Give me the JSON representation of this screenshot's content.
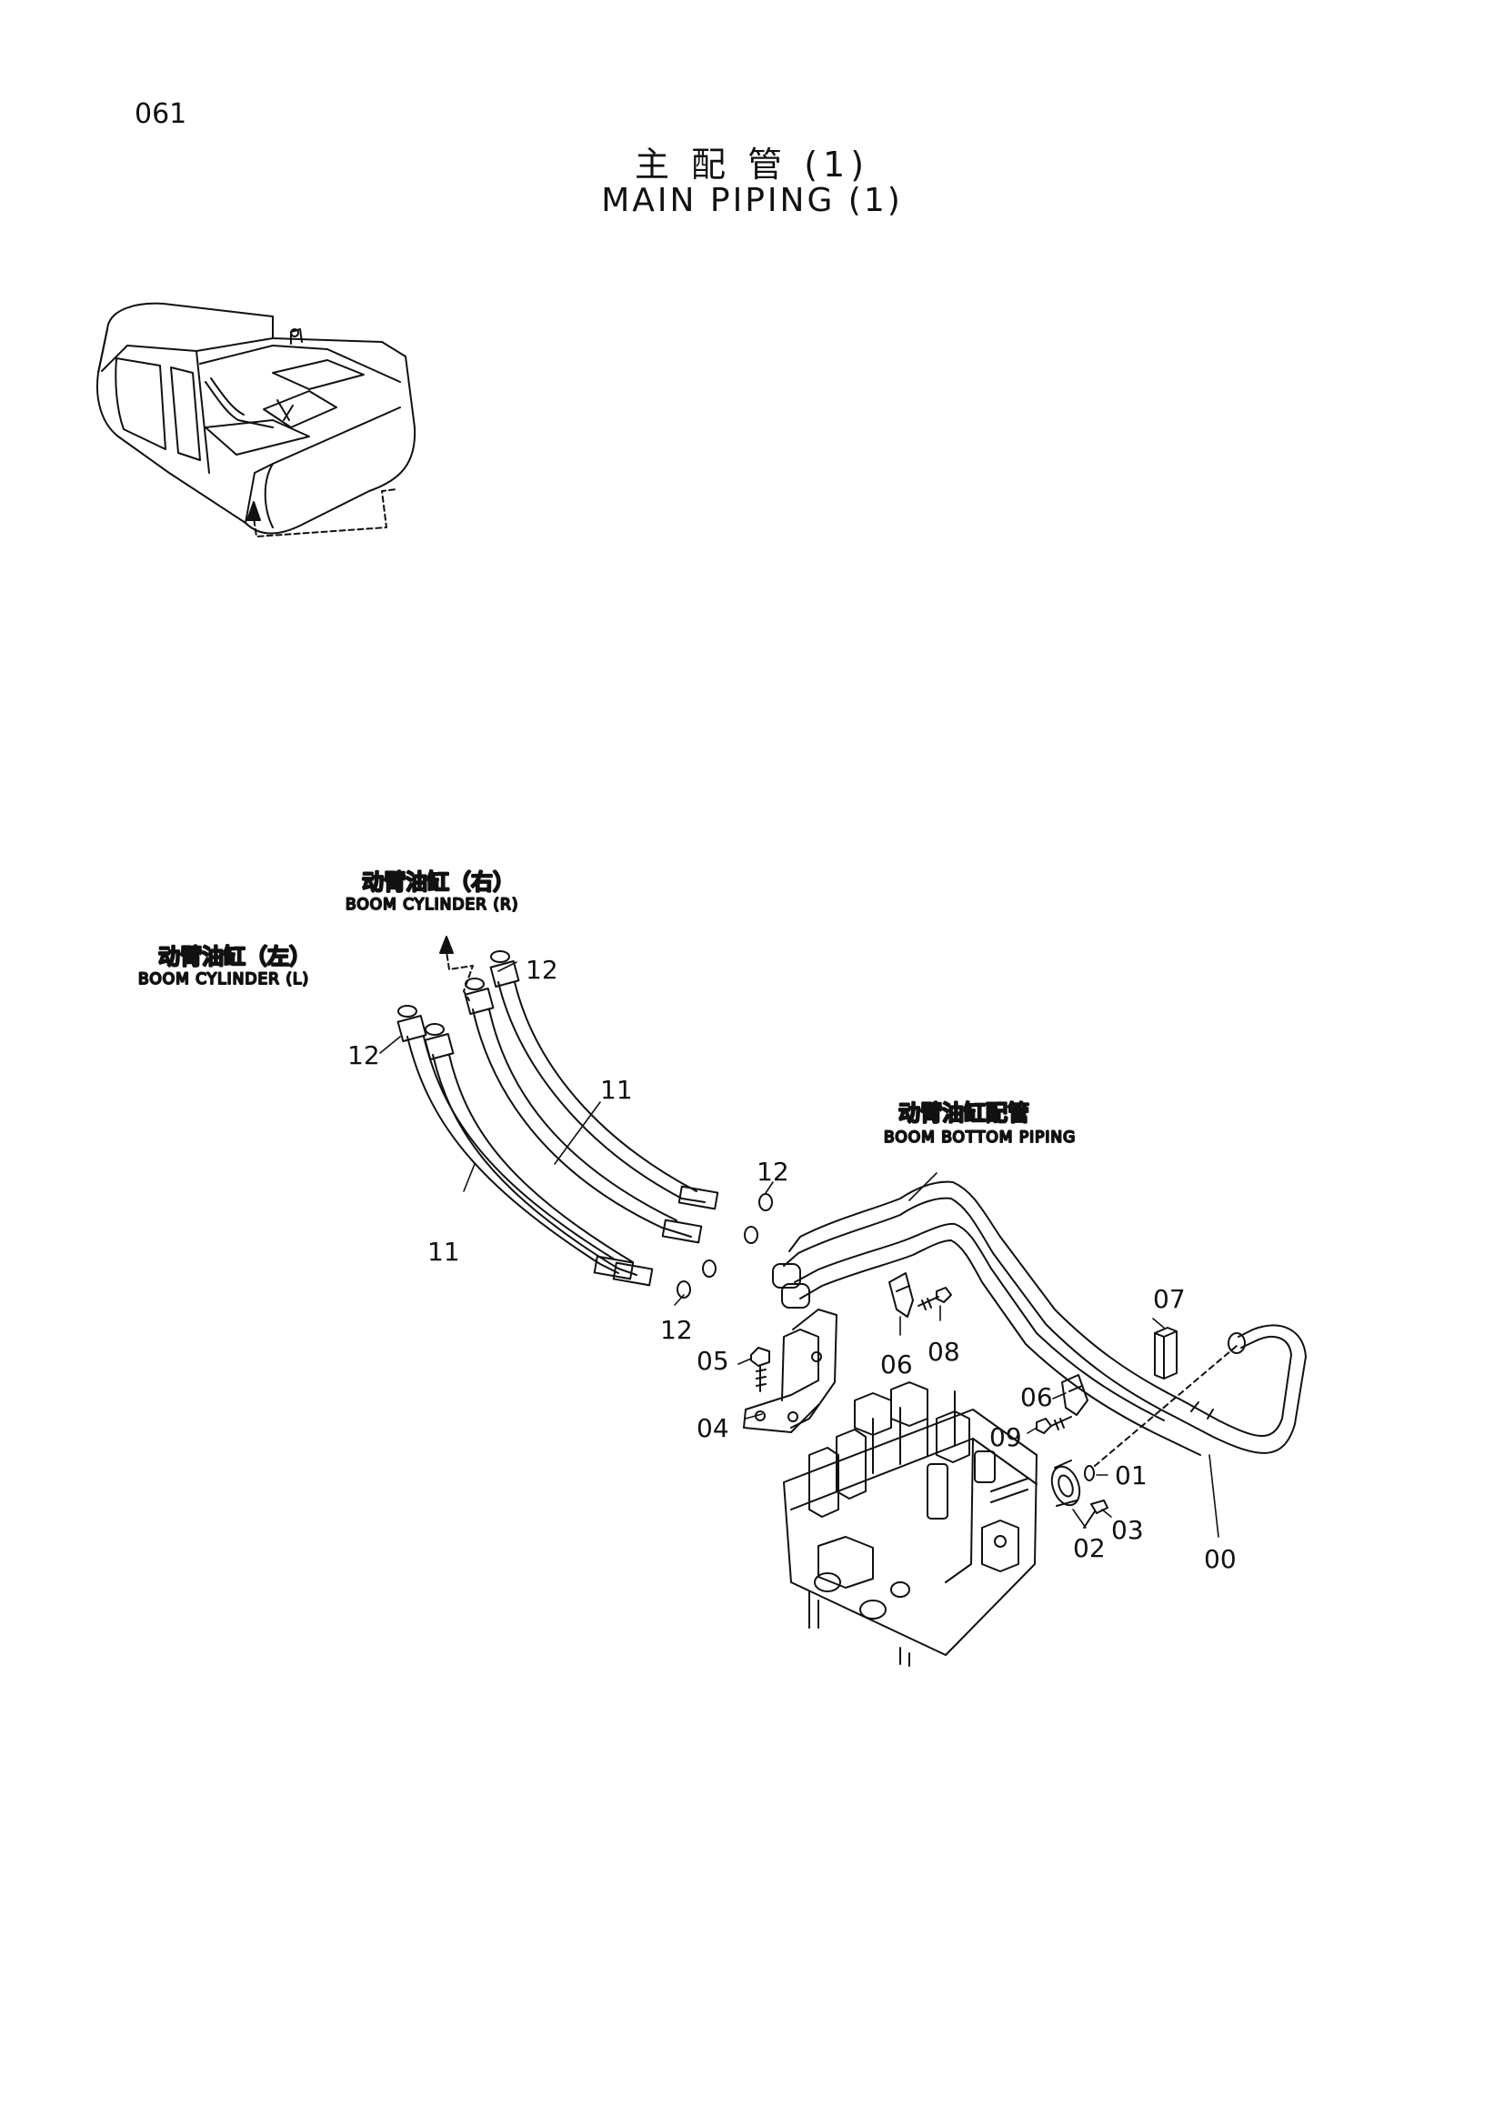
{
  "page_number": "061",
  "title_cn": "主 配 管 (1)",
  "title_en": "MAIN PIPING (1)",
  "captions": {
    "boom_cyl_r_cn": "动臂油缸（右）",
    "boom_cyl_r_en": "BOOM CYLINDER (R)",
    "boom_cyl_l_cn": "动臂油缸（左）",
    "boom_cyl_l_en": "BOOM CYLINDER (L)",
    "boom_bottom_cn": "动臂油缸配管",
    "boom_bottom_en": "BOOM BOTTOM PIPING"
  },
  "parts": {
    "p00": "00",
    "p01": "01",
    "p02": "02",
    "p03": "03",
    "p04": "04",
    "p05": "05",
    "p06a": "06",
    "p06b": "06",
    "p07": "07",
    "p08": "08",
    "p09": "09",
    "p11a": "11",
    "p11b": "11",
    "p12a": "12",
    "p12b": "12",
    "p12c": "12",
    "p12d": "12"
  }
}
